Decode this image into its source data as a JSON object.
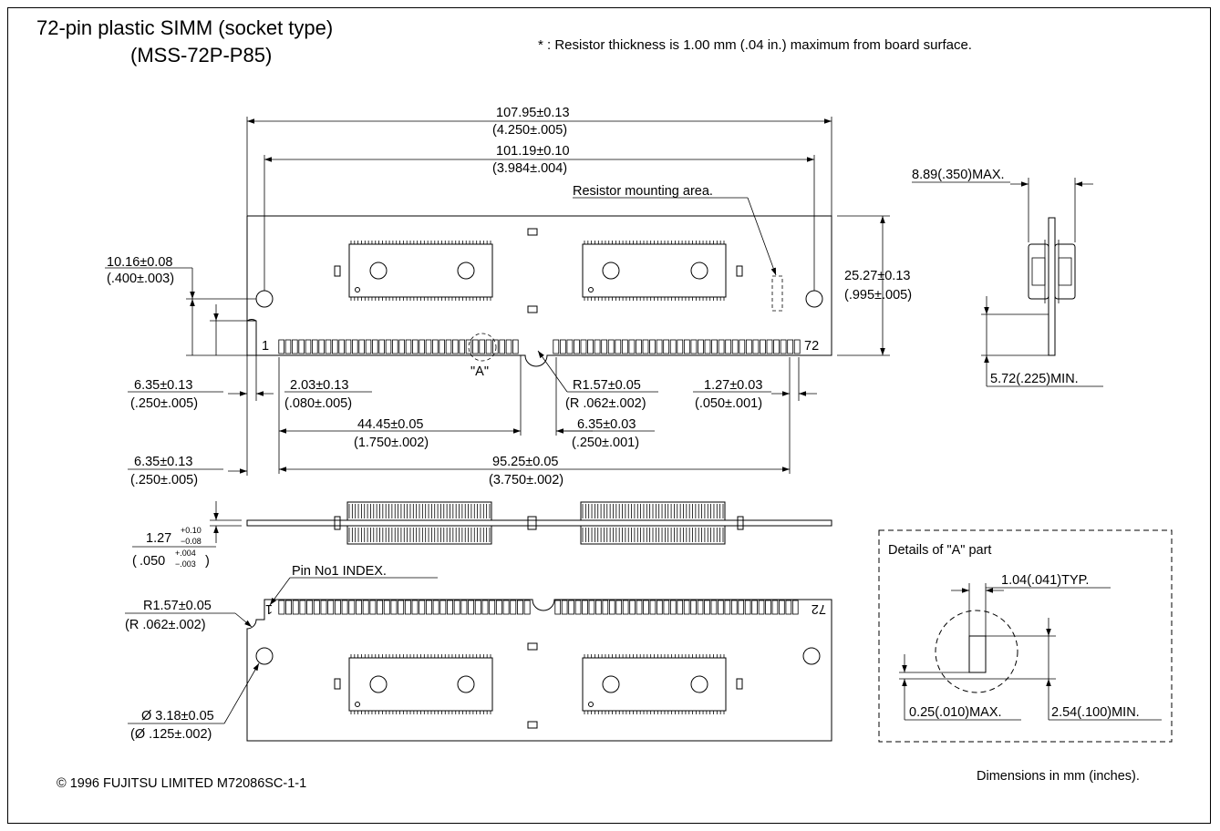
{
  "title_line1": "72-pin plastic SIMM (socket type)",
  "title_line2": "(MSS-72P-P85)",
  "note": "* : Resistor thickness is 1.00 mm (.04 in.) maximum from board surface.",
  "dims": {
    "overall_len_mm": "107.95±0.13",
    "overall_len_in": "(4.250±.005)",
    "hole_span_mm": "101.19±0.10",
    "hole_span_in": "(3.984±.004)",
    "resistor_area": "Resistor mounting area.",
    "height_mm": "25.27±0.13",
    "height_in": "(.995±.005)",
    "hole_height_mm": "10.16±0.08",
    "hole_height_in": "(.400±.003)",
    "edge_a_mm": "6.35±0.13",
    "edge_a_in": "(.250±.005)",
    "pitch_a_mm": "2.03±0.13",
    "pitch_a_in": "(.080±.005)",
    "notch_r_mm": "R1.57±0.05",
    "notch_r_in": "(R .062±.002)",
    "pitch_mm": "1.27±0.03",
    "pitch_in": "(.050±.001)",
    "half_mm": "44.45±0.05",
    "half_in": "(1.750±.002)",
    "notch_w_mm": "6.35±0.03",
    "notch_w_in": "(.250±.001)",
    "edge_b_mm": "6.35±0.13",
    "edge_b_in": "(.250±.005)",
    "span_mm": "95.25±0.05",
    "span_in": "(3.750±.002)",
    "pin1": "1",
    "pin72": "72",
    "detail_ref": "\"A\"",
    "thick_mm": "1.27",
    "thick_mm_tol_up": "+0.10",
    "thick_mm_tol_dn": "−0.08",
    "thick_in": ".050",
    "thick_in_tol_up": "+.004",
    "thick_in_tol_dn": "−.003",
    "side_max": "8.89(.350)MAX.",
    "side_min": "5.72(.225)MIN.",
    "pin_index": "Pin No1 INDEX.",
    "back_r_mm": "R1.57±0.05",
    "back_r_in": "(R .062±.002)",
    "back_pin1": "1",
    "back_pin72": "72",
    "hole_dia_mm": "Ø 3.18±0.05",
    "hole_dia_in": "(Ø .125±.002)",
    "detail_title": "Details of \"A\" part",
    "detail_typ": "1.04(.041)TYP.",
    "detail_max": "0.25(.010)MAX.",
    "detail_min": "2.54(.100)MIN."
  },
  "copyright": "© 1996 FUJITSU LIMITED M72086SC-1-1",
  "units_note": "Dimensions in mm (inches)."
}
